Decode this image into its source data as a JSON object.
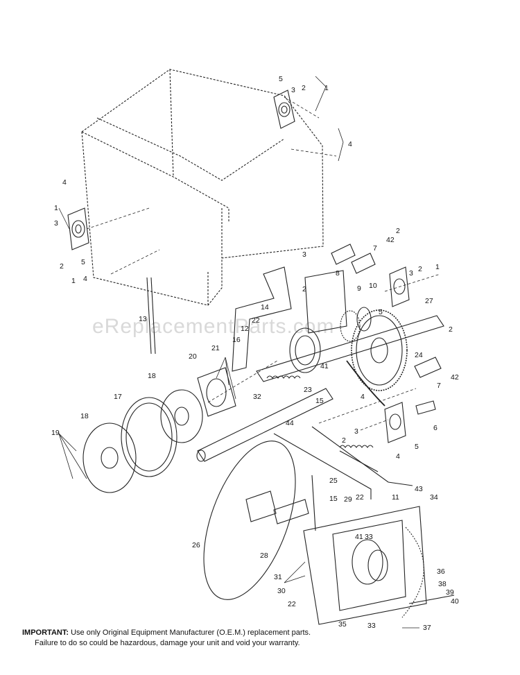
{
  "watermark": "eReplacementParts.com",
  "important_label": "IMPORTANT:",
  "important_line1": "Use only Original Equipment Manufacturer (O.E.M.) replacement parts.",
  "important_line2": "Failure to do so could be hazardous, damage your unit and void your warranty.",
  "callouts": [
    "1",
    "2",
    "3",
    "4",
    "5",
    "6",
    "7",
    "8",
    "9",
    "10",
    "11",
    "12",
    "13",
    "14",
    "15",
    "16",
    "17",
    "18",
    "19",
    "20",
    "21",
    "22",
    "23",
    "24",
    "25",
    "26",
    "27",
    "28",
    "29",
    "30",
    "31",
    "32",
    "33",
    "34",
    "35",
    "36",
    "37",
    "38",
    "39",
    "40",
    "41",
    "42",
    "43",
    "44"
  ]
}
